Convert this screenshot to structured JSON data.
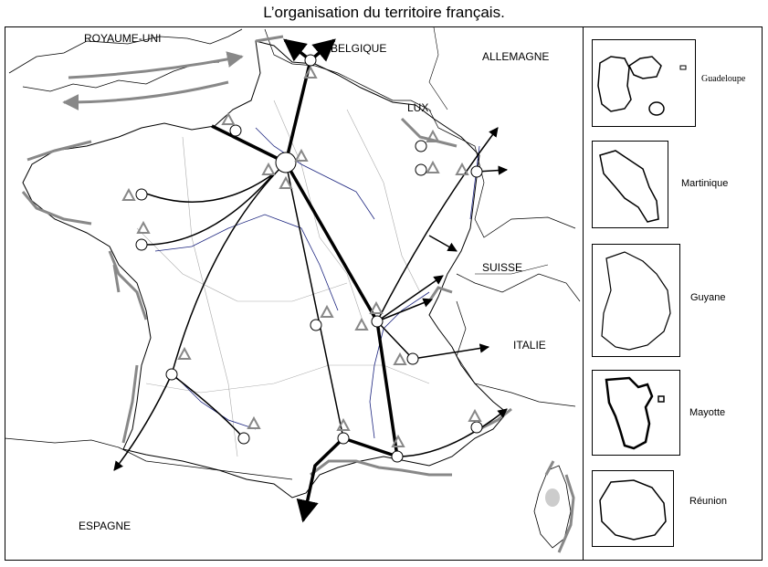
{
  "title": "L’organisation du territoire français.",
  "countries": {
    "uk": "ROYAUME-UNI",
    "belgium": "BELGIQUE",
    "germany": "ALLEMAGNE",
    "lux": "LUX.",
    "switzerland": "SUISSE",
    "italy": "ITALIE",
    "spain": "ESPAGNE"
  },
  "insets": {
    "guadeloupe": "Guadeloupe",
    "martinique": "Martinique",
    "guyane": "Guyane",
    "mayotte": "Mayotte",
    "reunion": "Réunion"
  },
  "colors": {
    "axis": "#000000",
    "coast_interface": "#888888",
    "rivers": "#1a237e",
    "borders": "#9e9e9e"
  }
}
